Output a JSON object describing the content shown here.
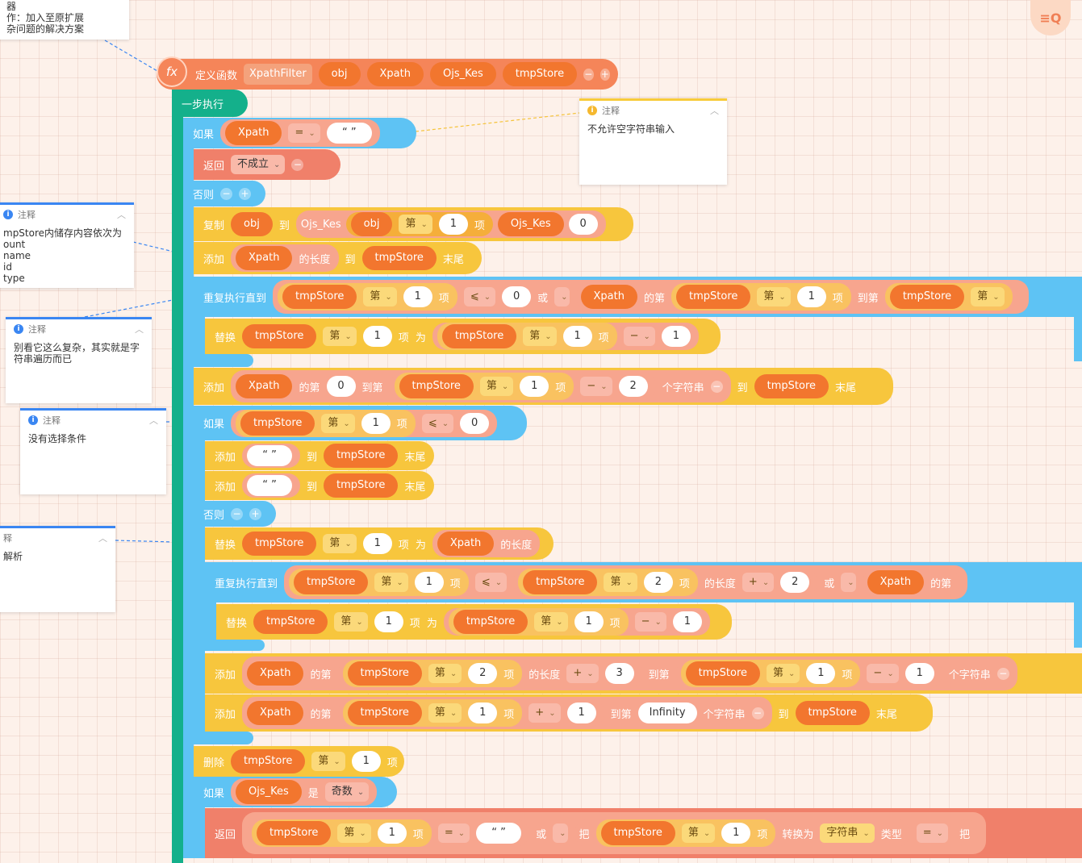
{
  "logo": "≡Q",
  "fn": {
    "icon": "fx",
    "define": "定义函数",
    "name": "XpathFilter",
    "params": [
      "obj",
      "Xpath",
      "Ojs_Kes",
      "tmpStore"
    ]
  },
  "step": "一步执行",
  "if1": {
    "kw": "如果",
    "var": "Xpath",
    "op": "=",
    "str": "“ ”"
  },
  "ret1": {
    "kw": "返回",
    "val": "不成立"
  },
  "else1": "否则",
  "copy": {
    "kw": "复制",
    "obj": "obj",
    "to": "到",
    "target": "Ojs_Kes",
    "obj2": "obj",
    "nth": "第",
    "n": "1",
    "item": "项",
    "kes": "Ojs_Kes",
    "zero": "0"
  },
  "add1": {
    "kw": "添加",
    "xpath": "Xpath",
    "len": "的长度",
    "to": "到",
    "ts": "tmpStore",
    "tail": "末尾"
  },
  "repeat1": {
    "kw": "重复执行直到",
    "ts": "tmpStore",
    "nth": "第",
    "n": "1",
    "item": "项",
    "op": "⩽",
    "zero": "0",
    "or": "或",
    "xpath": "Xpath",
    "of": "的第",
    "ts2": "tmpStore",
    "n2": "1",
    "tonth": "到第",
    "ts3": "tmpStore",
    "nth3": "第"
  },
  "replace1": {
    "kw": "替换",
    "ts": "tmpStore",
    "nth": "第",
    "n": "1",
    "item": "项",
    "as": "为",
    "ts2": "tmpStore",
    "n2": "1",
    "minus": "−",
    "one": "1"
  },
  "add2": {
    "kw": "添加",
    "xpath": "Xpath",
    "of": "的第",
    "zero": "0",
    "tonth": "到第",
    "ts": "tmpStore",
    "nth": "第",
    "n": "1",
    "item": "项",
    "minus": "−",
    "two": "2",
    "sub": "个字符串",
    "to": "到",
    "ts2": "tmpStore",
    "tail": "末尾"
  },
  "if2": {
    "kw": "如果",
    "ts": "tmpStore",
    "nth": "第",
    "n": "1",
    "item": "项",
    "op": "⩽",
    "zero": "0"
  },
  "add3": {
    "kw": "添加",
    "str": "“ ”",
    "to": "到",
    "ts": "tmpStore",
    "tail": "末尾"
  },
  "add4": {
    "kw": "添加",
    "str": "“ ”",
    "to": "到",
    "ts": "tmpStore",
    "tail": "末尾"
  },
  "else2": "否则",
  "replace2": {
    "kw": "替换",
    "ts": "tmpStore",
    "nth": "第",
    "n": "1",
    "item": "项",
    "as": "为",
    "xpath": "Xpath",
    "len": "的长度"
  },
  "repeat2": {
    "kw": "重复执行直到",
    "ts": "tmpStore",
    "nth": "第",
    "n": "1",
    "item": "项",
    "op": "⩽",
    "ts2": "tmpStore",
    "n2": "2",
    "len": "的长度",
    "plus": "+",
    "two": "2",
    "or": "或",
    "xpath": "Xpath",
    "of": "的第"
  },
  "replace3": {
    "kw": "替换",
    "ts": "tmpStore",
    "nth": "第",
    "n": "1",
    "item": "项",
    "as": "为",
    "ts2": "tmpStore",
    "n2": "1",
    "minus": "−",
    "one": "1"
  },
  "add5": {
    "kw": "添加",
    "xpath": "Xpath",
    "of": "的第",
    "ts": "tmpStore",
    "nth": "第",
    "n": "2",
    "item": "项",
    "len": "的长度",
    "plus": "+",
    "three": "3",
    "tonth": "到第",
    "ts2": "tmpStore",
    "n2": "1",
    "minus": "−",
    "one": "1",
    "sub": "个字符串"
  },
  "add6": {
    "kw": "添加",
    "xpath": "Xpath",
    "of": "的第",
    "ts": "tmpStore",
    "nth": "第",
    "n": "1",
    "item": "项",
    "plus": "+",
    "one": "1",
    "tonth": "到第",
    "inf": "Infinity",
    "sub": "个字符串",
    "to": "到",
    "ts2": "tmpStore",
    "tail": "末尾"
  },
  "del": {
    "kw": "删除",
    "ts": "tmpStore",
    "nth": "第",
    "n": "1",
    "item": "项"
  },
  "if3": {
    "kw": "如果",
    "kes": "Ojs_Kes",
    "is": "是",
    "odd": "奇数"
  },
  "ret2": {
    "kw": "返回",
    "ts": "tmpStore",
    "nth": "第",
    "n": "1",
    "item": "项",
    "eq": "=",
    "str": "“ ”",
    "or": "或",
    "take": "把",
    "ts2": "tmpStore",
    "n2": "1",
    "conv": "转换为",
    "type": "字符串",
    "typekw": "类型",
    "eq2": "=",
    "take2": "把"
  },
  "comments": {
    "top_left": "器\n作：加入至原扩展\n杂问题的解决方案",
    "c1": {
      "title": "注释",
      "body": "不允许空字符串输入"
    },
    "c2": {
      "title": "注释",
      "body": "mpStore内储存内容依次为\nount\nname\nid\ntype"
    },
    "c3": {
      "title": "注释",
      "body": "别看它这么复杂，其实就是字\n符串遍历而已"
    },
    "c4": {
      "title": "注释",
      "body": "没有选择条件"
    },
    "c5": {
      "title": "释",
      "body": "解析"
    }
  }
}
